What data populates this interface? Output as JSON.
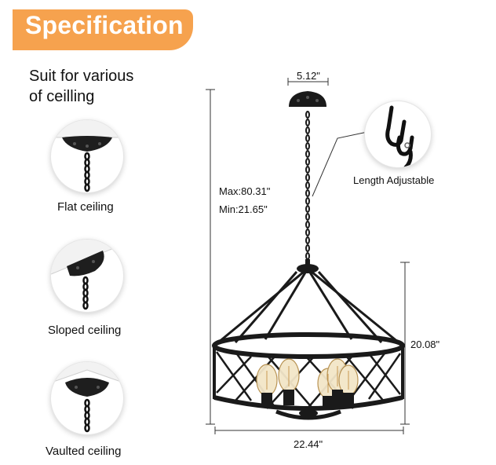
{
  "banner": {
    "title": "Specification",
    "color": "#f6a24e"
  },
  "intro": {
    "line1": "Suit for various",
    "line2": "of ceilling"
  },
  "ceilings": [
    {
      "label": "Flat ceiling",
      "icon": "flat-ceiling-canopy-icon"
    },
    {
      "label": "Sloped ceiling",
      "icon": "sloped-ceiling-canopy-icon"
    },
    {
      "label": "Vaulted ceiling",
      "icon": "vaulted-ceiling-canopy-icon"
    }
  ],
  "detail": {
    "label": "Length Adjustable",
    "icon": "chain-clip-icon"
  },
  "dimensions": {
    "canopy_width": "5.12\"",
    "max_height": "Max:80.31\"",
    "min_height": "Min:21.65\"",
    "cage_height": "20.08\"",
    "width": "22.44\""
  },
  "colors": {
    "fixture": "#1a1a1a",
    "dimension_line": "#333333"
  }
}
